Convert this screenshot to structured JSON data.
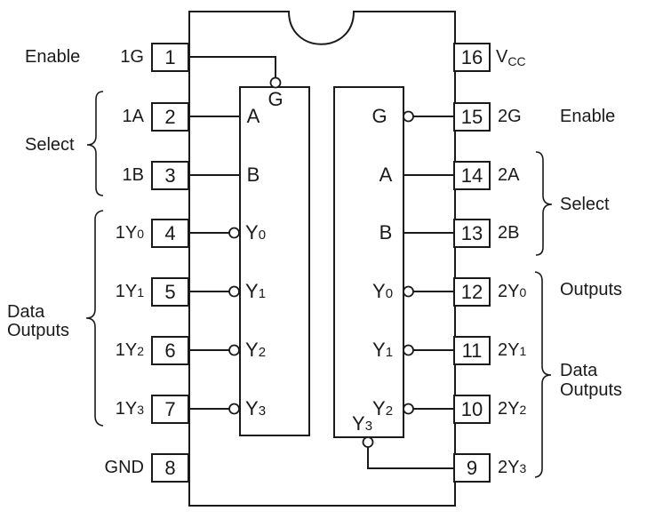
{
  "colors": {
    "line": "#1a1a1a",
    "background": "#ffffff"
  },
  "pins_left": [
    {
      "num": "1",
      "name": "1G",
      "name_sub": ""
    },
    {
      "num": "2",
      "name": "1A",
      "name_sub": ""
    },
    {
      "num": "3",
      "name": "1B",
      "name_sub": ""
    },
    {
      "num": "4",
      "name": "1Y",
      "name_sub": "0"
    },
    {
      "num": "5",
      "name": "1Y",
      "name_sub": "1"
    },
    {
      "num": "6",
      "name": "1Y",
      "name_sub": "2"
    },
    {
      "num": "7",
      "name": "1Y",
      "name_sub": "3"
    },
    {
      "num": "8",
      "name": "GND",
      "name_sub": ""
    }
  ],
  "pins_right": [
    {
      "num": "16",
      "name": "V",
      "name_sub": "CC"
    },
    {
      "num": "15",
      "name": "2G",
      "name_sub": ""
    },
    {
      "num": "14",
      "name": "2A",
      "name_sub": ""
    },
    {
      "num": "13",
      "name": "2B",
      "name_sub": ""
    },
    {
      "num": "12",
      "name": "2Y",
      "name_sub": "0"
    },
    {
      "num": "11",
      "name": "2Y",
      "name_sub": "1"
    },
    {
      "num": "10",
      "name": "2Y",
      "name_sub": "2"
    },
    {
      "num": "9",
      "name": "2Y",
      "name_sub": "3"
    }
  ],
  "groups": {
    "left_enable": "Enable",
    "left_select": "Select",
    "left_data_line1": "Data",
    "left_data_line2": "Outputs",
    "right_enable": "Enable",
    "right_select": "Select",
    "right_outputs": "Outputs",
    "right_data_line1": "Data",
    "right_data_line2": "Outputs"
  },
  "decoder1": {
    "g": "G",
    "a": "A",
    "b": "B",
    "y": [
      {
        "base": "Y",
        "sub": "0"
      },
      {
        "base": "Y",
        "sub": "1"
      },
      {
        "base": "Y",
        "sub": "2"
      },
      {
        "base": "Y",
        "sub": "3"
      }
    ]
  },
  "decoder2": {
    "g": "G",
    "a": "A",
    "b": "B",
    "y": [
      {
        "base": "Y",
        "sub": "0"
      },
      {
        "base": "Y",
        "sub": "1"
      },
      {
        "base": "Y",
        "sub": "2"
      },
      {
        "base": "Y",
        "sub": "3"
      }
    ]
  }
}
